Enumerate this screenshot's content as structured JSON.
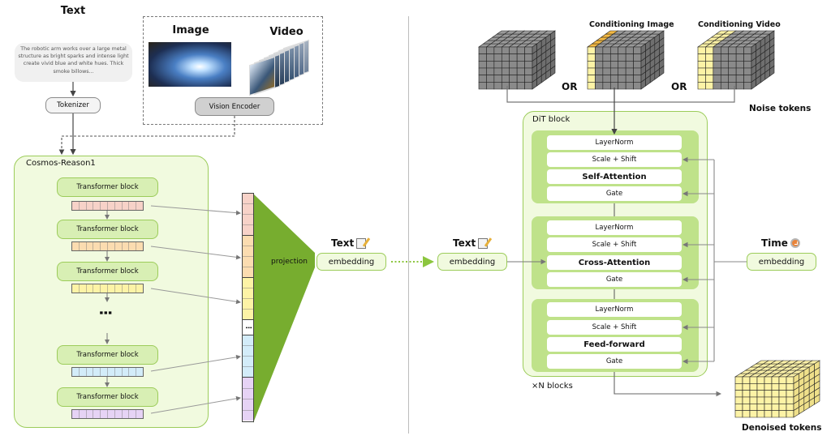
{
  "left_panel": {
    "text_input": {
      "heading": "Text",
      "prompt": "The robotic arm works over a large metal structure as bright sparks and intense light create vivid blue and white hues. Thick smoke billows...",
      "tokenizer_label": "Tokenizer"
    },
    "visual_input": {
      "image_heading": "Image",
      "video_heading": "Video",
      "encoder_label": "Vision Encoder"
    },
    "model": {
      "title": "Cosmos-Reason1",
      "blocks": [
        {
          "label": "Transformer block",
          "token_color": "#f7d2c8"
        },
        {
          "label": "Transformer block",
          "token_color": "#fbdcb0"
        },
        {
          "label": "Transformer block",
          "token_color": "#fdf3a6"
        },
        {
          "label": "Transformer block",
          "token_color": "#d3ecf9"
        },
        {
          "label": "Transformer block",
          "token_color": "#e6d3f5"
        }
      ],
      "ellipsis": "⋮"
    },
    "projection_label": "projection",
    "output": {
      "heading": "Text",
      "icon": "note-pencil-icon",
      "label": "embedding"
    }
  },
  "right_panel": {
    "inputs": {
      "conditioning_image_caption": "Conditioning Image",
      "conditioning_video_caption": "Conditioning Video",
      "or_label": "OR",
      "noise_caption": "Noise tokens"
    },
    "text_embedding": {
      "heading": "Text",
      "icon": "note-pencil-icon",
      "label": "embedding"
    },
    "time_embedding": {
      "heading": "Time",
      "icon": "alarm-clock-icon",
      "label": "embedding"
    },
    "dit": {
      "title": "DiT block",
      "repeat_label": "×N blocks",
      "sub_blocks": [
        {
          "layers": [
            "LayerNorm",
            "Scale + Shift",
            "Self-Attention",
            "Gate"
          ]
        },
        {
          "layers": [
            "LayerNorm",
            "Scale + Shift",
            "Cross-Attention",
            "Gate"
          ]
        },
        {
          "layers": [
            "LayerNorm",
            "Scale + Shift",
            "Feed-forward",
            "Gate"
          ]
        }
      ]
    },
    "output_caption": "Denoised tokens"
  },
  "colors": {
    "green_accent": "#7cb342",
    "green_border": "#9ccc5a",
    "green_fill": "#f1fadf",
    "sub_block_fill": "#bfe28a",
    "condition_yellow": "#fdf3a6",
    "condition_orange": "#f4b942"
  }
}
